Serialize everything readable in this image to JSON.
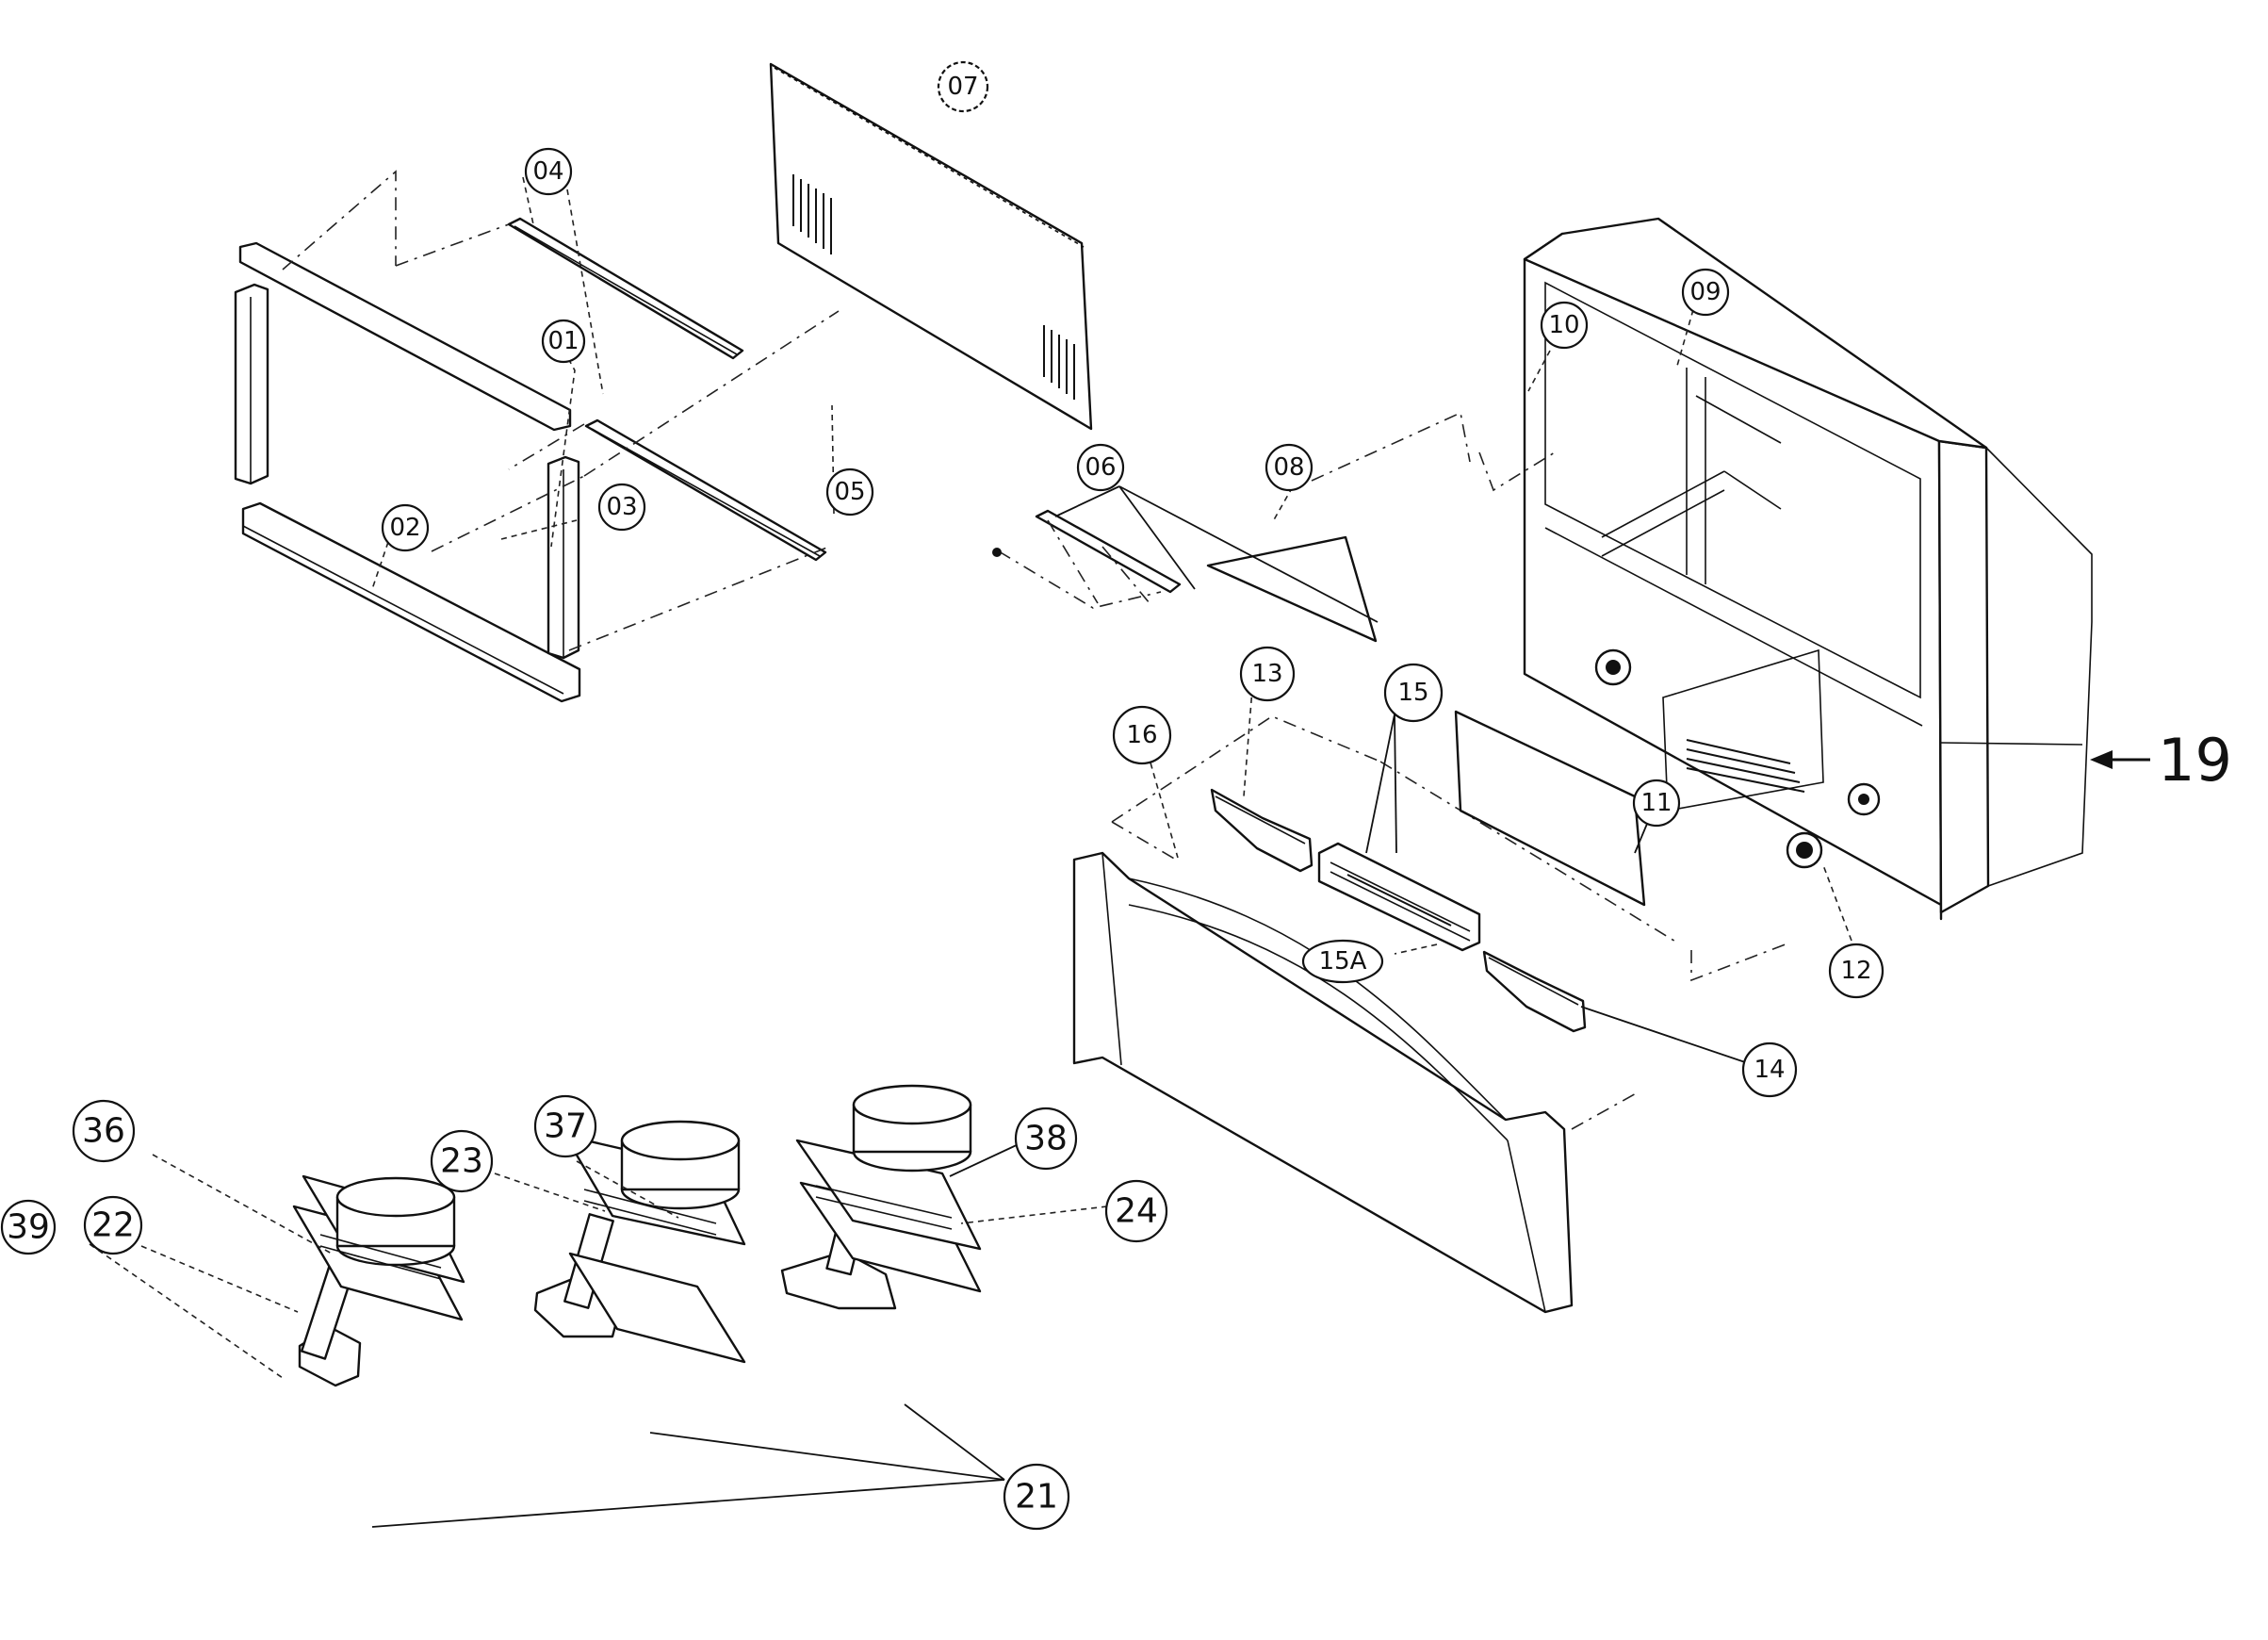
{
  "callouts": [
    {
      "id": "c01",
      "label": "01"
    },
    {
      "id": "c02",
      "label": "02"
    },
    {
      "id": "c03",
      "label": "03"
    },
    {
      "id": "c04",
      "label": "04"
    },
    {
      "id": "c05",
      "label": "05"
    },
    {
      "id": "c06",
      "label": "06"
    },
    {
      "id": "c07",
      "label": "07"
    },
    {
      "id": "c08",
      "label": "08"
    },
    {
      "id": "c09",
      "label": "09"
    },
    {
      "id": "c10",
      "label": "10"
    },
    {
      "id": "c11",
      "label": "11"
    },
    {
      "id": "c12",
      "label": "12"
    },
    {
      "id": "c13",
      "label": "13"
    },
    {
      "id": "c14",
      "label": "14"
    },
    {
      "id": "c15",
      "label": "15"
    },
    {
      "id": "c15a",
      "label": "15A"
    },
    {
      "id": "c16",
      "label": "16"
    },
    {
      "id": "c21",
      "label": "21"
    },
    {
      "id": "c22",
      "label": "22"
    },
    {
      "id": "c23",
      "label": "23"
    },
    {
      "id": "c24",
      "label": "24"
    },
    {
      "id": "c36",
      "label": "36"
    },
    {
      "id": "c37",
      "label": "37"
    },
    {
      "id": "c38",
      "label": "38"
    },
    {
      "id": "c39",
      "label": "39"
    }
  ],
  "assembly_label": "19"
}
